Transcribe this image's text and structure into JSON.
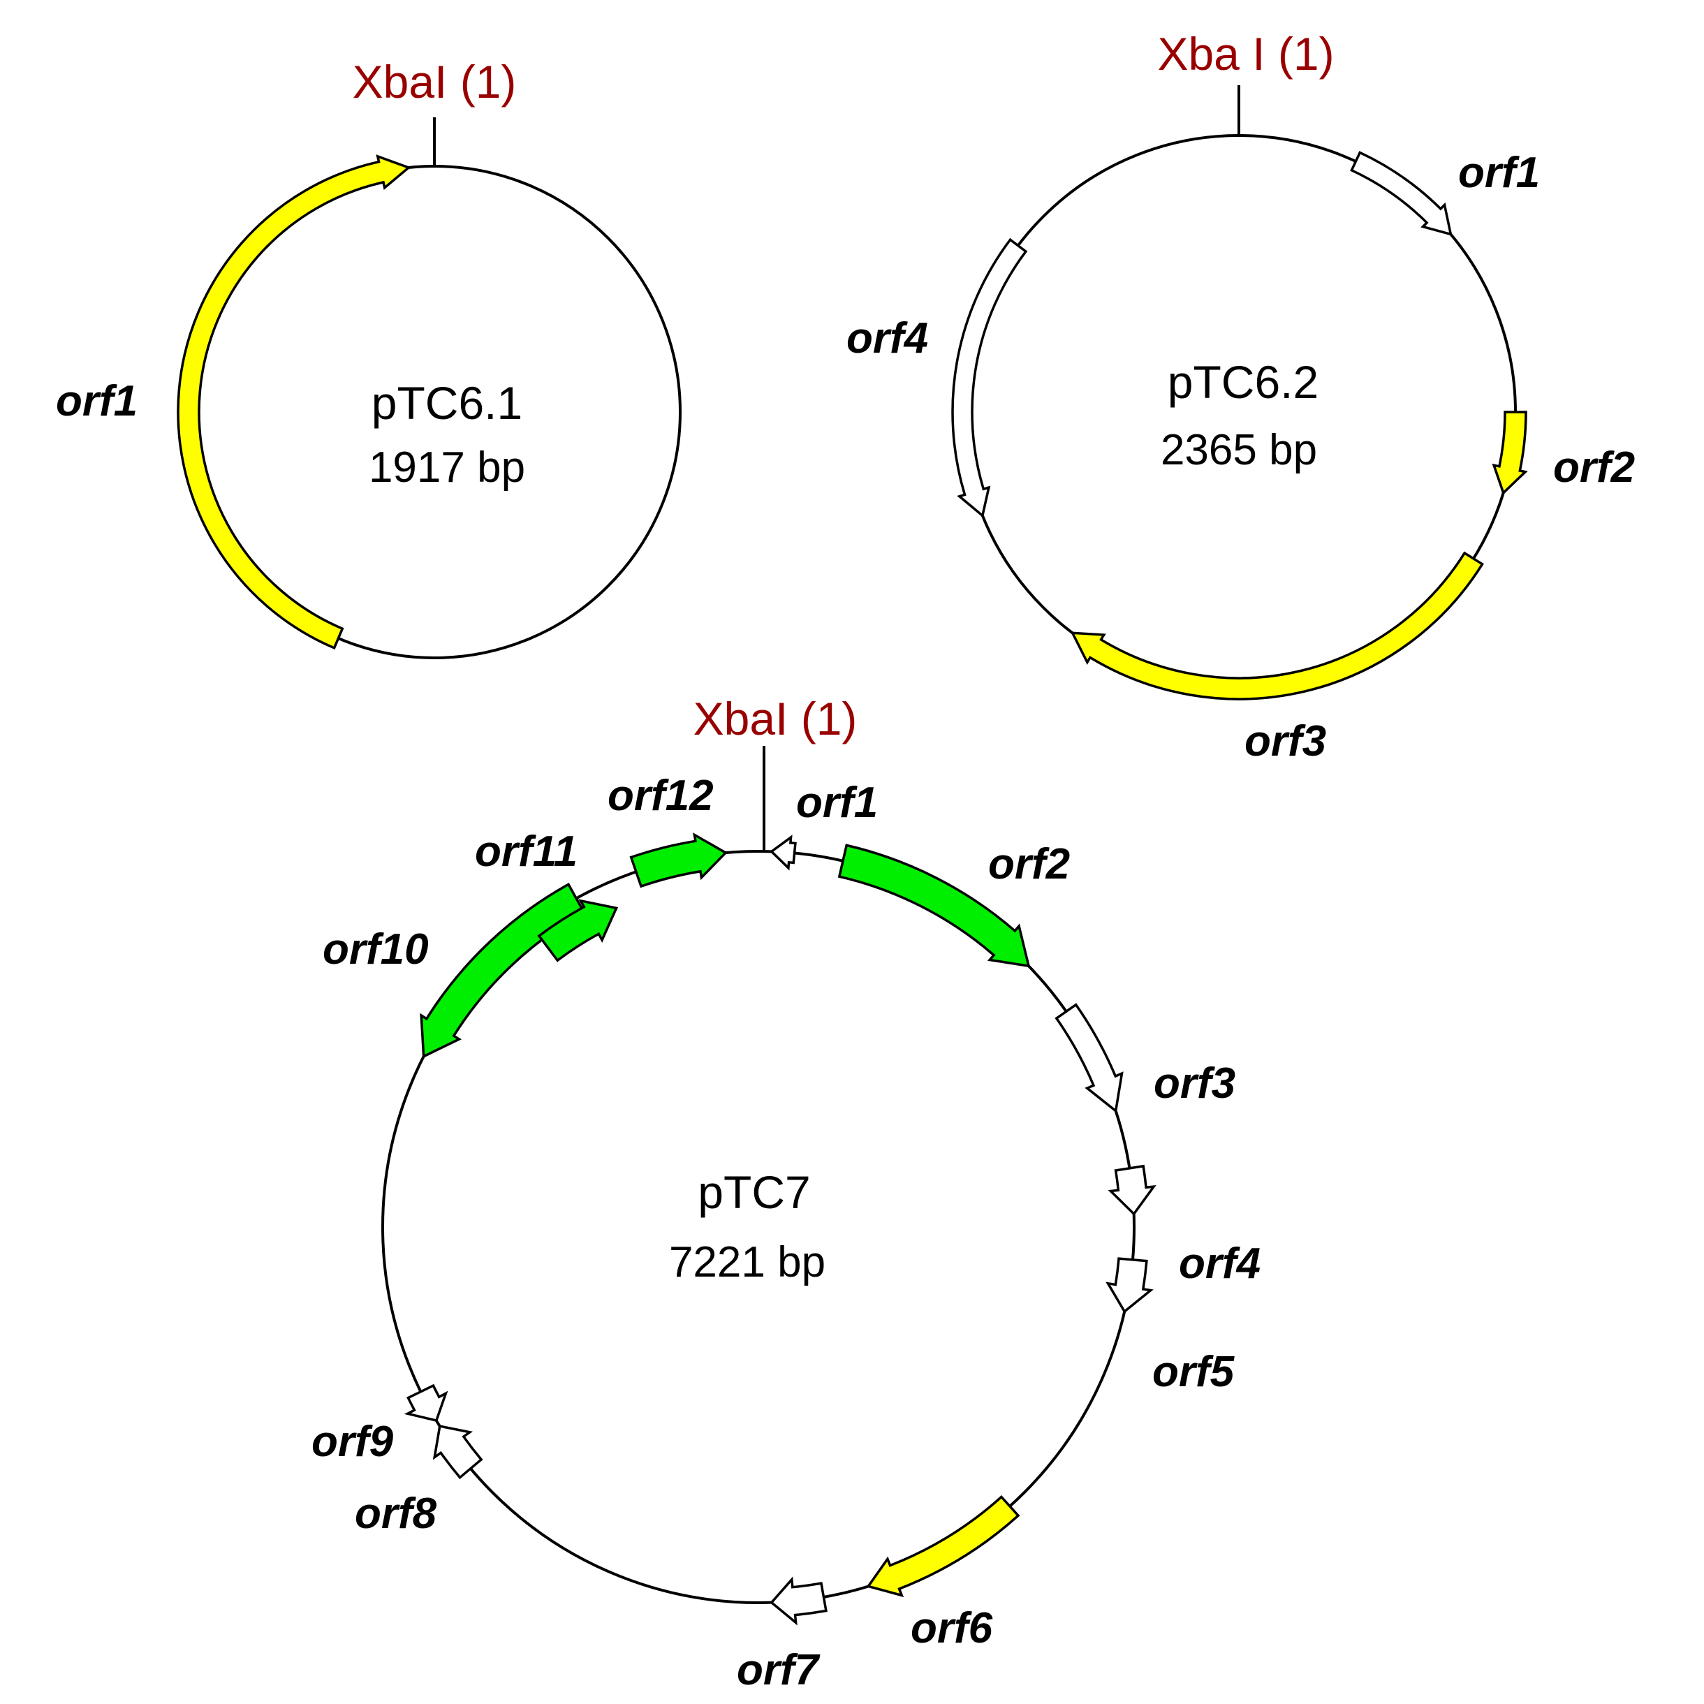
{
  "colors": {
    "yellow": "#ffff00",
    "green": "#00ee00",
    "white": "#ffffff",
    "site": "#990000"
  },
  "plasmids": [
    {
      "id": "p1",
      "name": "pTC6.1",
      "size": "1917 bp",
      "site": {
        "label": "XbaI (1)"
      },
      "genes": [
        {
          "label": "orf1",
          "color": "yellow"
        }
      ]
    },
    {
      "id": "p2",
      "name": "pTC6.2",
      "size": "2365 bp",
      "site": {
        "label": "Xba I (1)"
      },
      "genes": [
        {
          "label": "orf1",
          "color": "white"
        },
        {
          "label": "orf2",
          "color": "yellow"
        },
        {
          "label": "orf3",
          "color": "yellow"
        },
        {
          "label": "orf4",
          "color": "white"
        }
      ]
    },
    {
      "id": "p3",
      "name": "pTC7",
      "size": "7221 bp",
      "site": {
        "label": "XbaI (1)"
      },
      "genes": [
        {
          "label": "orf1",
          "color": "white"
        },
        {
          "label": "orf2",
          "color": "green"
        },
        {
          "label": "orf3",
          "color": "white"
        },
        {
          "label": "orf4",
          "color": "white"
        },
        {
          "label": "orf5",
          "color": "white"
        },
        {
          "label": "orf6",
          "color": "yellow"
        },
        {
          "label": "orf7",
          "color": "white"
        },
        {
          "label": "orf8",
          "color": "white"
        },
        {
          "label": "orf9",
          "color": "white"
        },
        {
          "label": "orf10",
          "color": "green"
        },
        {
          "label": "orf11",
          "color": "green"
        },
        {
          "label": "orf12",
          "color": "green"
        }
      ]
    }
  ]
}
